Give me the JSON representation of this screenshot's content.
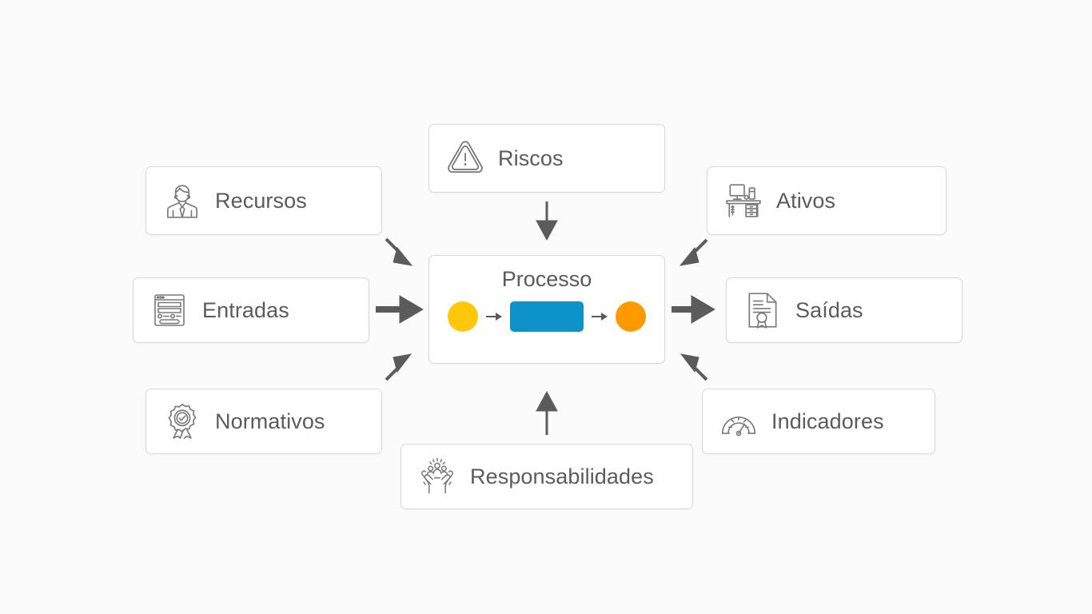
{
  "diagram": {
    "title": "Processo",
    "center": {
      "label": "Processo",
      "flow": {
        "start_shape": "circle",
        "start_color": "#FFC709",
        "activity_shape": "rounded-rectangle",
        "activity_color": "#0D93C7",
        "end_shape": "circle",
        "end_color": "#FF9900",
        "connector": "arrow-right"
      }
    },
    "nodes": [
      {
        "id": "recursos",
        "label": "Recursos",
        "icon": "business-person-icon"
      },
      {
        "id": "entradas",
        "label": "Entradas",
        "icon": "form-window-icon"
      },
      {
        "id": "normativos",
        "label": "Normativos",
        "icon": "certified-badge-icon"
      },
      {
        "id": "riscos",
        "label": "Riscos",
        "icon": "warning-triangle-icon"
      },
      {
        "id": "responsabilidades",
        "label": "Responsabilidades",
        "icon": "hands-holding-people-icon"
      },
      {
        "id": "ativos",
        "label": "Ativos",
        "icon": "desk-computer-icon"
      },
      {
        "id": "saidas",
        "label": "Saídas",
        "icon": "certificate-document-icon"
      },
      {
        "id": "indicadores",
        "label": "Indicadores",
        "icon": "gauge-icon"
      }
    ],
    "connectors": [
      {
        "from": "recursos",
        "to": "processo",
        "direction": "down-right",
        "style": "thin"
      },
      {
        "from": "entradas",
        "to": "processo",
        "direction": "right",
        "style": "thick"
      },
      {
        "from": "normativos",
        "to": "processo",
        "direction": "up-right",
        "style": "thin"
      },
      {
        "from": "riscos",
        "to": "processo",
        "direction": "down",
        "style": "thin"
      },
      {
        "from": "responsabilidades",
        "to": "processo",
        "direction": "up",
        "style": "thin"
      },
      {
        "from": "ativos",
        "to": "processo",
        "direction": "down-left",
        "style": "thin"
      },
      {
        "from": "processo",
        "to": "saidas",
        "direction": "right",
        "style": "thick"
      },
      {
        "from": "indicadores",
        "to": "processo",
        "direction": "up-left",
        "style": "thin"
      }
    ],
    "colors": {
      "background": "#fbfbfb",
      "card_background": "#ffffff",
      "card_border": "#d8d8d8",
      "text": "#5b5b5b",
      "icon_stroke": "#7a7a7a",
      "arrow": "#5b5b5b"
    }
  }
}
